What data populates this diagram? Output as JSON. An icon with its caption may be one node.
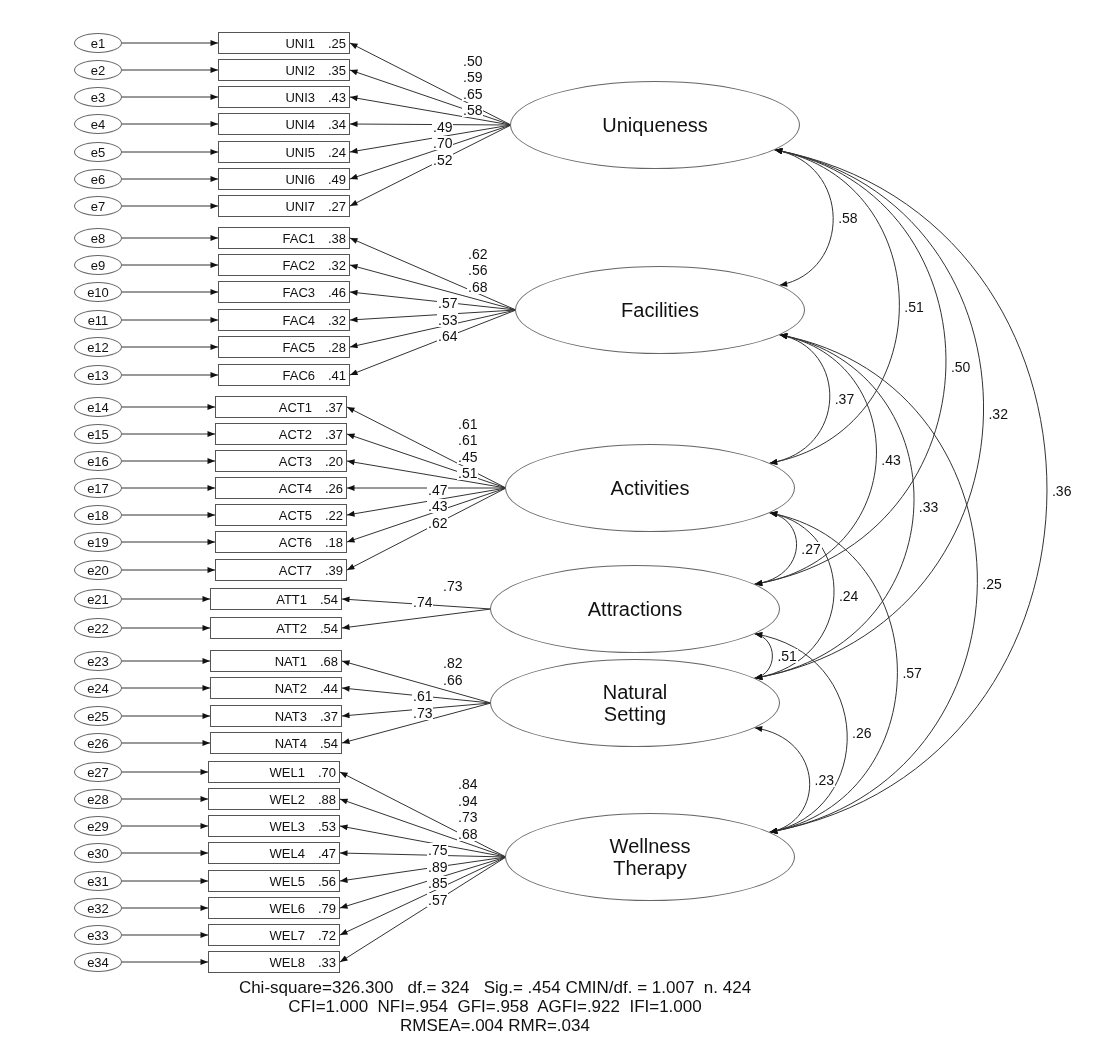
{
  "diagram": {
    "nodes": [
      {
        "text": [
          "UNI1",
          ".25"
        ]
      },
      {
        "text": [
          "UNI2",
          ".35"
        ]
      },
      {
        "text": [
          "UNI3",
          ".43"
        ]
      },
      {
        "text": [
          "UNI4",
          ".34"
        ]
      },
      {
        "text": [
          "UNI5",
          ".24"
        ]
      },
      {
        "text": [
          "UNI6",
          ".49"
        ]
      },
      {
        "text": [
          "UNI7",
          ".27"
        ]
      },
      {
        "text": [
          "FAC1",
          ".38"
        ]
      },
      {
        "text": [
          "FAC2",
          ".32"
        ]
      },
      {
        "text": [
          "FAC3",
          ".46"
        ]
      },
      {
        "text": [
          "FAC4",
          ".32"
        ]
      },
      {
        "text": [
          "FAC5",
          ".28"
        ]
      },
      {
        "text": [
          "FAC6",
          ".41"
        ]
      },
      {
        "text": [
          "ACT1",
          ".37"
        ]
      },
      {
        "text": [
          "ACT2",
          ".37"
        ]
      },
      {
        "text": [
          "ACT3",
          ".20"
        ]
      },
      {
        "text": [
          "ACT4",
          ".26"
        ]
      },
      {
        "text": [
          "ACT5",
          ".22"
        ]
      },
      {
        "text": [
          "ACT6",
          ".18"
        ]
      },
      {
        "text": [
          "ACT7",
          ".39"
        ]
      },
      {
        "text": [
          "ATT1",
          ".54"
        ]
      },
      {
        "text": [
          "ATT2",
          ".54"
        ]
      },
      {
        "text": [
          "NAT1",
          ".68"
        ]
      },
      {
        "text": [
          "NAT2",
          ".44"
        ]
      },
      {
        "text": [
          "NAT3",
          ".37"
        ]
      },
      {
        "text": [
          "NAT4",
          ".54"
        ]
      },
      {
        "text": [
          "WEL1",
          ".70"
        ]
      },
      {
        "text": [
          "WEL2",
          ".88"
        ]
      },
      {
        "text": [
          "WEL3",
          ".53"
        ]
      },
      {
        "text": [
          "WEL4",
          ".47"
        ]
      },
      {
        "text": [
          "WEL5",
          ".56"
        ]
      },
      {
        "text": [
          "WEL6",
          ".79"
        ]
      },
      {
        "text": [
          "WEL7",
          ".72"
        ]
      },
      {
        "text": [
          "WEL8",
          ".33"
        ]
      },
      {
        "text": [
          "e1"
        ]
      },
      {
        "text": [
          "e2"
        ]
      },
      {
        "text": [
          "e3"
        ]
      },
      {
        "text": [
          "e4"
        ]
      },
      {
        "text": [
          "e5"
        ]
      },
      {
        "text": [
          "e6"
        ]
      },
      {
        "text": [
          "e7"
        ]
      },
      {
        "text": [
          "e8"
        ]
      },
      {
        "text": [
          "e9"
        ]
      },
      {
        "text": [
          "e10"
        ]
      },
      {
        "text": [
          "e11"
        ]
      },
      {
        "text": [
          "e12"
        ]
      },
      {
        "text": [
          "e13"
        ]
      },
      {
        "text": [
          "e14"
        ]
      },
      {
        "text": [
          "e15"
        ]
      },
      {
        "text": [
          "e16"
        ]
      },
      {
        "text": [
          "e17"
        ]
      },
      {
        "text": [
          "e18"
        ]
      },
      {
        "text": [
          "e19"
        ]
      },
      {
        "text": [
          "e20"
        ]
      },
      {
        "text": [
          "e21"
        ]
      },
      {
        "text": [
          "e22"
        ]
      },
      {
        "text": [
          "e23"
        ]
      },
      {
        "text": [
          "e24"
        ]
      },
      {
        "text": [
          "e25"
        ]
      },
      {
        "text": [
          "e26"
        ]
      },
      {
        "text": [
          "e27"
        ]
      },
      {
        "text": [
          "e28"
        ]
      },
      {
        "text": [
          "e29"
        ]
      },
      {
        "text": [
          "e30"
        ]
      },
      {
        "text": [
          "e31"
        ]
      },
      {
        "text": [
          "e32"
        ]
      },
      {
        "text": [
          "e33"
        ]
      },
      {
        "text": [
          "e34"
        ]
      },
      {
        "text": [
          "Uniqueness"
        ]
      },
      {
        "text": [
          "Facilities"
        ]
      },
      {
        "text": [
          "Activities"
        ]
      },
      {
        "text": [
          "Attractions"
        ]
      },
      {
        "text": [
          "Natural Setting"
        ]
      },
      {
        "text": [
          "Wellness Therapy"
        ]
      }
    ],
    "edges": [
      {
        "from": 34,
        "to": 0,
        "arrow": "to"
      },
      {
        "from": 35,
        "to": 1,
        "arrow": "to"
      },
      {
        "from": 36,
        "to": 2,
        "arrow": "to"
      },
      {
        "from": 37,
        "to": 3,
        "arrow": "to"
      },
      {
        "from": 38,
        "to": 4,
        "arrow": "to"
      },
      {
        "from": 39,
        "to": 5,
        "arrow": "to"
      },
      {
        "from": 40,
        "to": 6,
        "arrow": "to"
      },
      {
        "from": 41,
        "to": 7,
        "arrow": "to"
      },
      {
        "from": 42,
        "to": 8,
        "arrow": "to"
      },
      {
        "from": 43,
        "to": 9,
        "arrow": "to"
      },
      {
        "from": 44,
        "to": 10,
        "arrow": "to"
      },
      {
        "from": 45,
        "to": 11,
        "arrow": "to"
      },
      {
        "from": 46,
        "to": 12,
        "arrow": "to"
      },
      {
        "from": 47,
        "to": 13,
        "arrow": "to"
      },
      {
        "from": 48,
        "to": 14,
        "arrow": "to"
      },
      {
        "from": 49,
        "to": 15,
        "arrow": "to"
      },
      {
        "from": 50,
        "to": 16,
        "arrow": "to"
      },
      {
        "from": 51,
        "to": 17,
        "arrow": "to"
      },
      {
        "from": 52,
        "to": 18,
        "arrow": "to"
      },
      {
        "from": 53,
        "to": 19,
        "arrow": "to"
      },
      {
        "from": 54,
        "to": 20,
        "arrow": "to"
      },
      {
        "from": 55,
        "to": 21,
        "arrow": "to"
      },
      {
        "from": 56,
        "to": 22,
        "arrow": "to"
      },
      {
        "from": 57,
        "to": 23,
        "arrow": "to"
      },
      {
        "from": 58,
        "to": 24,
        "arrow": "to"
      },
      {
        "from": 59,
        "to": 25,
        "arrow": "to"
      },
      {
        "from": 60,
        "to": 26,
        "arrow": "to"
      },
      {
        "from": 61,
        "to": 27,
        "arrow": "to"
      },
      {
        "from": 62,
        "to": 28,
        "arrow": "to"
      },
      {
        "from": 63,
        "to": 29,
        "arrow": "to"
      },
      {
        "from": 64,
        "to": 30,
        "arrow": "to"
      },
      {
        "from": 65,
        "to": 31,
        "arrow": "to"
      },
      {
        "from": 66,
        "to": 32,
        "arrow": "to"
      },
      {
        "from": 67,
        "to": 33,
        "arrow": "to"
      },
      {
        "from": 68,
        "to": 0,
        "arrow": "to",
        "label": ".50"
      },
      {
        "from": 68,
        "to": 1,
        "arrow": "to",
        "label": ".59"
      },
      {
        "from": 68,
        "to": 2,
        "arrow": "to",
        "label": ".65"
      },
      {
        "from": 68,
        "to": 3,
        "arrow": "to",
        "label": ".58"
      },
      {
        "from": 68,
        "to": 4,
        "arrow": "to",
        "label": ".49"
      },
      {
        "from": 68,
        "to": 5,
        "arrow": "to",
        "label": ".70"
      },
      {
        "from": 68,
        "to": 6,
        "arrow": "to",
        "label": ".52"
      },
      {
        "from": 69,
        "to": 7,
        "arrow": "to",
        "label": ".62"
      },
      {
        "from": 69,
        "to": 8,
        "arrow": "to",
        "label": ".56"
      },
      {
        "from": 69,
        "to": 9,
        "arrow": "to",
        "label": ".68"
      },
      {
        "from": 69,
        "to": 10,
        "arrow": "to",
        "label": ".57"
      },
      {
        "from": 69,
        "to": 11,
        "arrow": "to",
        "label": ".53"
      },
      {
        "from": 69,
        "to": 12,
        "arrow": "to",
        "label": ".64"
      },
      {
        "from": 70,
        "to": 13,
        "arrow": "to",
        "label": ".61"
      },
      {
        "from": 70,
        "to": 14,
        "arrow": "to",
        "label": ".61"
      },
      {
        "from": 70,
        "to": 15,
        "arrow": "to",
        "label": ".45"
      },
      {
        "from": 70,
        "to": 16,
        "arrow": "to",
        "label": ".51"
      },
      {
        "from": 70,
        "to": 17,
        "arrow": "to",
        "label": ".47"
      },
      {
        "from": 70,
        "to": 18,
        "arrow": "to",
        "label": ".43"
      },
      {
        "from": 70,
        "to": 19,
        "arrow": "to",
        "label": ".62"
      },
      {
        "from": 71,
        "to": 20,
        "arrow": "to",
        "label": ".73"
      },
      {
        "from": 71,
        "to": 21,
        "arrow": "to",
        "label": ".74"
      },
      {
        "from": 72,
        "to": 22,
        "arrow": "to",
        "label": ".82"
      },
      {
        "from": 72,
        "to": 23,
        "arrow": "to",
        "label": ".66"
      },
      {
        "from": 72,
        "to": 24,
        "arrow": "to",
        "label": ".61"
      },
      {
        "from": 72,
        "to": 25,
        "arrow": "to",
        "label": ".73"
      },
      {
        "from": 73,
        "to": 26,
        "arrow": "to",
        "label": ".84"
      },
      {
        "from": 73,
        "to": 27,
        "arrow": "to",
        "label": ".94"
      },
      {
        "from": 73,
        "to": 28,
        "arrow": "to",
        "label": ".73"
      },
      {
        "from": 73,
        "to": 29,
        "arrow": "to",
        "label": ".68"
      },
      {
        "from": 73,
        "to": 30,
        "arrow": "to",
        "label": ".75"
      },
      {
        "from": 73,
        "to": 31,
        "arrow": "to",
        "label": ".89"
      },
      {
        "from": 73,
        "to": 32,
        "arrow": "to",
        "label": ".85"
      },
      {
        "from": 73,
        "to": 33,
        "arrow": "to",
        "label": ".57"
      },
      {
        "from": 68,
        "to": 69,
        "arrow": "both",
        "label": ".58"
      },
      {
        "from": 68,
        "to": 70,
        "arrow": "both",
        "label": ".51"
      },
      {
        "from": 68,
        "to": 71,
        "arrow": "both",
        "label": ".50"
      },
      {
        "from": 68,
        "to": 72,
        "arrow": "both",
        "label": ".32"
      },
      {
        "from": 68,
        "to": 73,
        "arrow": "both",
        "label": ".36"
      },
      {
        "from": 69,
        "to": 70,
        "arrow": "both",
        "label": ".37"
      },
      {
        "from": 69,
        "to": 71,
        "arrow": "both",
        "label": ".43"
      },
      {
        "from": 69,
        "to": 72,
        "arrow": "both",
        "label": ".33"
      },
      {
        "from": 69,
        "to": 73,
        "arrow": "both",
        "label": ".25"
      },
      {
        "from": 70,
        "to": 71,
        "arrow": "both",
        "label": ".27"
      },
      {
        "from": 70,
        "to": 72,
        "arrow": "both",
        "label": ".24"
      },
      {
        "from": 70,
        "to": 73,
        "arrow": "both",
        "label": ".57"
      },
      {
        "from": 71,
        "to": 72,
        "arrow": "both",
        "label": ".51"
      },
      {
        "from": 71,
        "to": 73,
        "arrow": "both",
        "label": ".26"
      },
      {
        "from": 72,
        "to": 73,
        "arrow": "both",
        "label": ".23"
      }
    ],
    "labels": [
      "Chi-square=326.300   df.= 324   Sig.= .454 CMIN/df. = 1.007  n. 424",
      "CFI=1.000  NFI=.954  GFI=.958  AGFI=.922  IFI=1.000",
      "RMSEA=.004 RMR=.034"
    ]
  }
}
